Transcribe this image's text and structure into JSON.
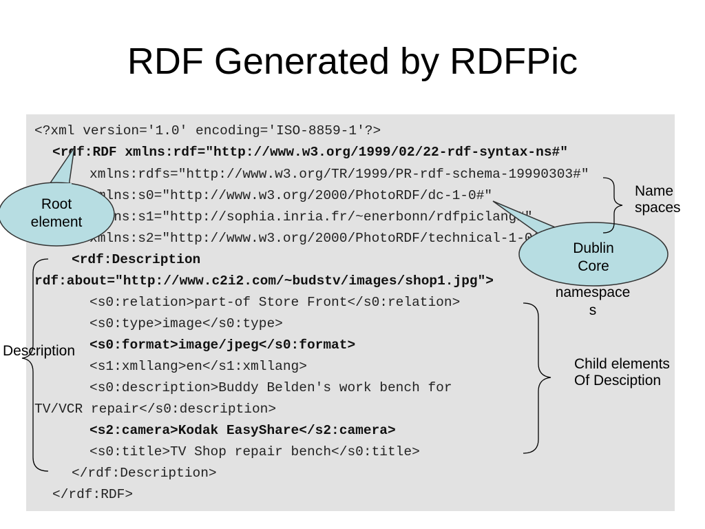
{
  "slide": {
    "title": "RDF Generated by RDFPic"
  },
  "code": {
    "lines": [
      "<?xml version='1.0' encoding='ISO-8859-1'?>",
      "<rdf:RDF xmlns:rdf=\"http://www.w3.org/1999/02/22-rdf-syntax-ns#\"",
      "xmlns:rdfs=\"http://www.w3.org/TR/1999/PR-rdf-schema-19990303#\"",
      "xmlns:s0=\"http://www.w3.org/2000/PhotoRDF/dc-1-0#\"",
      "xmlns:s1=\"http://sophia.inria.fr/~enerbonn/rdfpiclang#\"",
      "xmlns:s2=\"http://www.w3.org/2000/PhotoRDF/technical-1-0#\"",
      "<rdf:Description",
      "rdf:about=\"http://www.c2i2.com/~budstv/images/shop1.jpg\">",
      "<s0:relation>part-of Store Front</s0:relation>",
      "<s0:type>image</s0:type>",
      "<s0:format>image/jpeg</s0:format>",
      "<s1:xmllang>en</s1:xmllang>",
      "<s0:description>Buddy Belden's work bench for",
      "TV/VCR repair</s0:description>",
      "<s2:camera>Kodak EasyShare</s2:camera>",
      "<s0:title>TV Shop repair bench</s0:title>",
      "</rdf:Description>",
      "</rdf:RDF>"
    ]
  },
  "annotations": {
    "root_element": [
      "Root",
      "element"
    ],
    "name_spaces": [
      "Name",
      "spaces"
    ],
    "dublin_core": [
      "Dublin",
      "Core"
    ],
    "dc_namespaces": [
      "namespace",
      "s"
    ],
    "description": "Description",
    "child_elements": [
      "Child elements",
      "Of Desciption"
    ]
  },
  "colors": {
    "code_background": "#e2e2e2",
    "callout_fill": "#b7dde2",
    "callout_stroke": "#333333"
  }
}
